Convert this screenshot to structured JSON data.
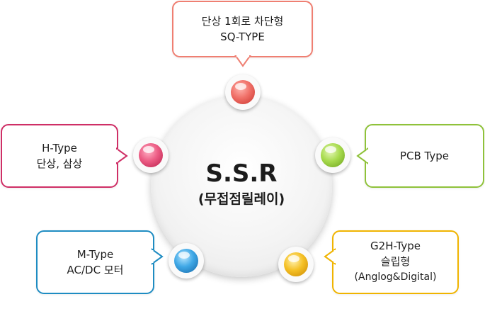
{
  "center": {
    "title": "S.S.R",
    "subtitle": "(무접점릴레이)"
  },
  "nodes": [
    {
      "id": "top",
      "color": "red",
      "lines": [
        "단상 1회로 차단형",
        "SQ-TYPE"
      ],
      "border": "#ef7f72"
    },
    {
      "id": "left",
      "color": "pink",
      "lines": [
        "H-Type",
        "단상, 삼상"
      ],
      "border": "#cf2f66"
    },
    {
      "id": "right",
      "color": "green",
      "lines": [
        "PCB Type"
      ],
      "border": "#8fc23a"
    },
    {
      "id": "bottom-left",
      "color": "blue",
      "lines": [
        "M-Type",
        "AC/DC 모터"
      ],
      "border": "#1e8cc2"
    },
    {
      "id": "bottom-right",
      "color": "yellow",
      "lines": [
        "G2H-Type",
        "슬립형",
        "(Anglog&Digital)"
      ],
      "border": "#f0b400"
    }
  ]
}
